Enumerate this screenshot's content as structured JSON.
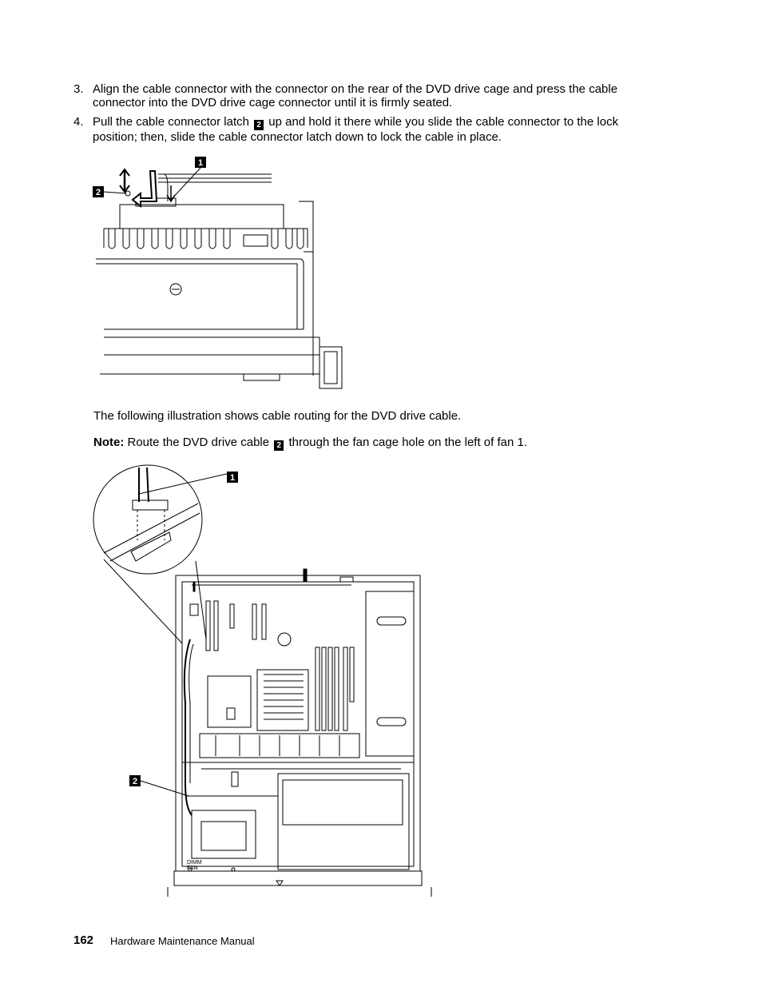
{
  "steps": [
    {
      "number": "3.",
      "text": "Align the cable connector with the connector on the rear of the DVD drive cage and press the cable connector into the DVD drive cage connector until it is firmly seated."
    },
    {
      "number": "4.",
      "text_before": "Pull the cable connector latch",
      "callout": "2",
      "text_after": "up and hold it there while you slide the cable connector to the lock position; then, slide the cable connector latch down to lock the cable in place."
    }
  ],
  "figure1": {
    "callouts": [
      "1",
      "2"
    ]
  },
  "routing_text": "The following illustration shows cable routing for the DVD drive cable.",
  "note": {
    "label": "Note:",
    "text_before": "Route the DVD drive cable",
    "callout": "2",
    "text_after": "through the fan cage hole on the left of fan 1."
  },
  "figure2": {
    "callouts": [
      "1",
      "2"
    ],
    "board_labels": [
      "DIMM",
      "FAN"
    ]
  },
  "footer": {
    "page_number": "162",
    "title": "Hardware Maintenance Manual"
  }
}
